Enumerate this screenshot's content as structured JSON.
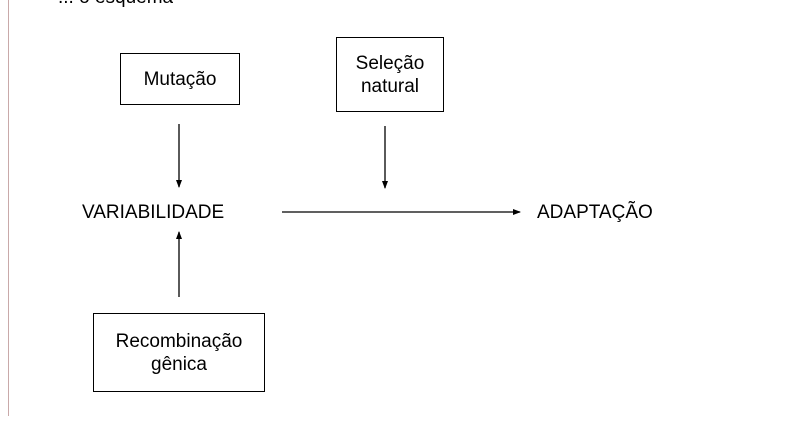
{
  "header": {
    "fragment": "... o esquema"
  },
  "diagram": {
    "mutacao": "Mutação",
    "selecao_line1": "Seleção",
    "selecao_line2": "natural",
    "variabilidade": "VARIABILIDADE",
    "adaptacao": "ADAPTAÇÃO",
    "recombinacao_line1": "Recombinação",
    "recombinacao_line2": "gênica"
  }
}
